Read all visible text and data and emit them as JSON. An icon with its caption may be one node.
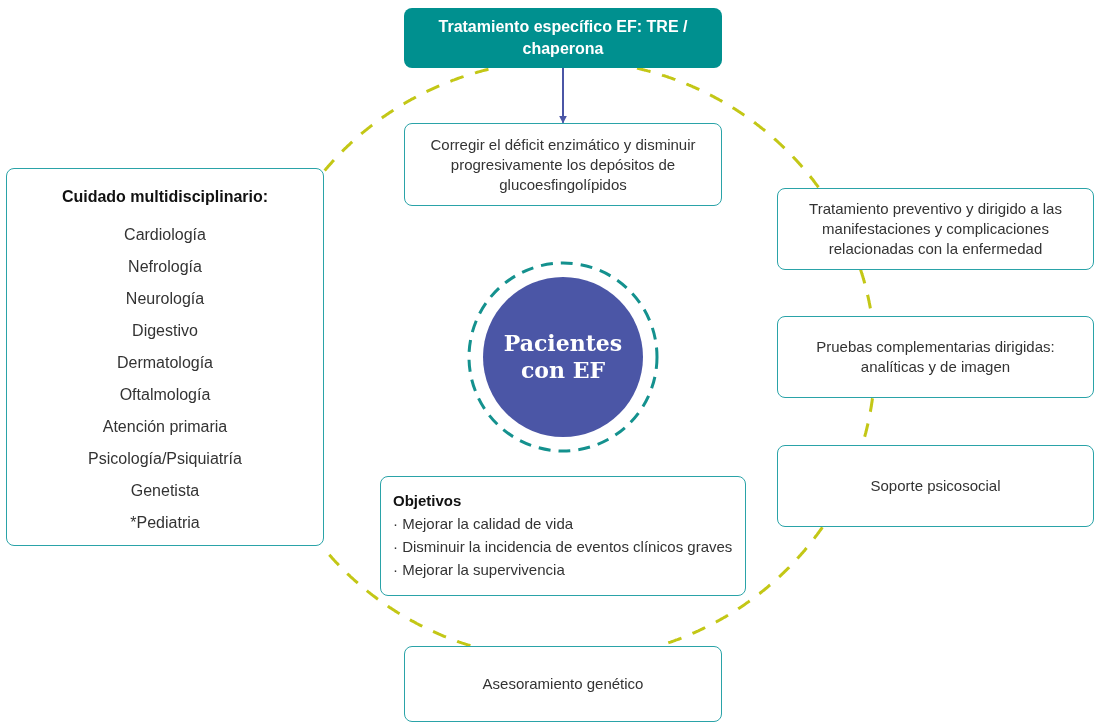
{
  "diagram": {
    "nodes": [
      {
        "text": [
          "Tratamiento específico EF: TRE / chaperona"
        ]
      },
      {
        "text": [
          "Corregir el déficit enzimático y disminuir progresivamente los depósitos de glucoesfingolípidos"
        ]
      },
      {
        "text": [
          "Cuidado multidisciplinario:",
          "Cardiología",
          "Nefrología",
          "Neurología",
          "Digestivo",
          "Dermatología",
          "Oftalmología",
          "Atención primaria",
          "Psicología/Psiquiatría",
          "Genetista",
          "*Pediatria"
        ]
      },
      {
        "text": [
          "Tratamiento preventivo y dirigido a las manifestaciones y complicaciones relacionadas con la enfermedad"
        ]
      },
      {
        "text": [
          "Pacientes con EF"
        ]
      },
      {
        "text": [
          "Pruebas complementarias dirigidas: analíticas y de imagen"
        ]
      },
      {
        "text": [
          "Objetivos",
          "· Mejorar la calidad de vida",
          "· Disminuir la incidencia de eventos clínicos graves",
          "· Mejorar la supervivencia"
        ]
      },
      {
        "text": [
          "Soporte psicosocial"
        ]
      },
      {
        "text": [
          "Asesoramiento genético"
        ]
      }
    ],
    "edges": [
      {
        "from": 0,
        "to": 1,
        "arrow": "to",
        "color": "#4b56a6"
      },
      {
        "from": 0,
        "to": 3,
        "arrow": "none",
        "style": "dashed"
      },
      {
        "from": 3,
        "to": 5,
        "arrow": "none",
        "style": "dashed"
      },
      {
        "from": 5,
        "to": 7,
        "arrow": "none",
        "style": "dashed"
      },
      {
        "from": 7,
        "to": 8,
        "arrow": "none",
        "style": "dashed"
      },
      {
        "from": 8,
        "to": 2,
        "arrow": "none",
        "style": "dashed"
      },
      {
        "from": 2,
        "to": 0,
        "arrow": "none",
        "style": "dashed"
      }
    ]
  }
}
